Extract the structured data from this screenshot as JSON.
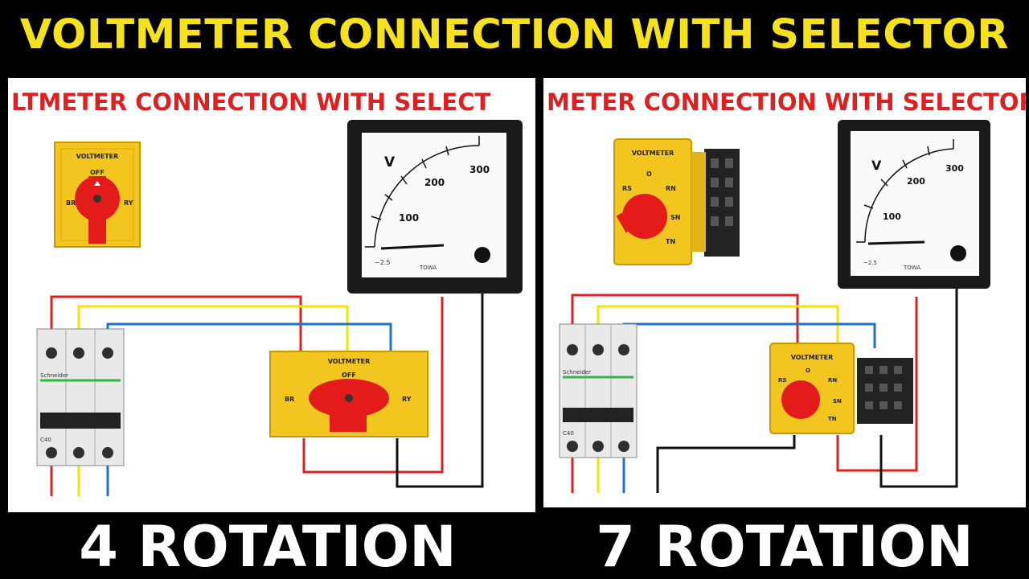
{
  "banner": {
    "title": "VOLTMETER CONNECTION WITH SELECTOR"
  },
  "colors": {
    "banner_text": "#f5e11c",
    "panel_title": "#e02020",
    "wire_red": "#e02020",
    "wire_yellow": "#f2e600",
    "wire_blue": "#1f6fd1",
    "wire_black": "#111111",
    "switch_body": "#f3c51f",
    "knob": "#e31b1b"
  },
  "left_panel": {
    "title": "LTMETER CONNECTION WITH SELECT",
    "footer": "4 ROTATION",
    "switch": {
      "label": "VOLTMETER",
      "positions": [
        "OFF",
        "BR",
        "RY"
      ]
    },
    "meter": {
      "unit": "V",
      "ticks": [
        "100",
        "200",
        "300"
      ],
      "footnote": "~2.5",
      "brand": "TOWA"
    },
    "breaker": {
      "brand": "Schneider",
      "rating": "C40"
    }
  },
  "right_panel": {
    "title": "METER CONNECTION WITH SELECTOR",
    "footer": "7 ROTATION",
    "switch": {
      "label": "VOLTMETER",
      "positions": [
        "O",
        "RS",
        "RN",
        "SN",
        "TN"
      ]
    },
    "meter": {
      "unit": "V",
      "ticks": [
        "100",
        "200",
        "300"
      ],
      "footnote": "~2.5",
      "brand": "TOWA"
    },
    "breaker": {
      "brand": "Schneider",
      "rating": "C40"
    }
  }
}
